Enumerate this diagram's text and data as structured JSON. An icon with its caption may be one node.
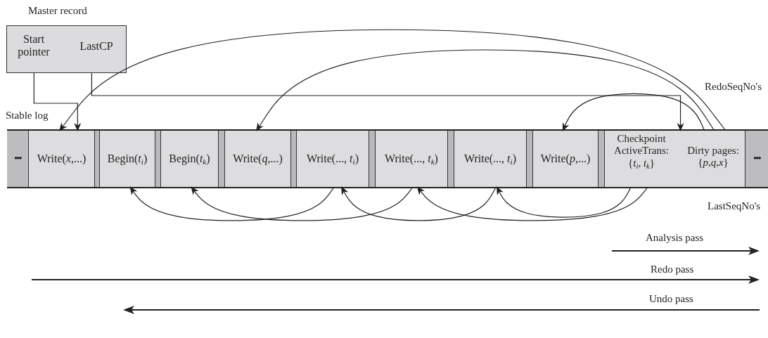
{
  "diagram": {
    "nodes": [
      {
        "text": [
          "Start pointer",
          "LastCP"
        ],
        "beside": [
          "Master record"
        ]
      },
      {
        "text": [
          "Stable log"
        ]
      },
      {
        "text": [
          "•••"
        ],
        "in": 1
      },
      {
        "text": [
          "Write(*x*,...)"
        ],
        "in": 1
      },
      {
        "text": [
          "Begin(*t*$_{i}$)"
        ],
        "in": 1
      },
      {
        "text": [
          "Begin(*t*$_{k}$)"
        ],
        "in": 1
      },
      {
        "text": [
          "Write(*q*,...)"
        ],
        "in": 1
      },
      {
        "text": [
          "Write(..., *t*$_{i}$)"
        ],
        "in": 1
      },
      {
        "text": [
          "Write(..., *t*$_{k}$)"
        ],
        "in": 1
      },
      {
        "text": [
          "Write(..., *t*$_{i}$)"
        ],
        "in": 1
      },
      {
        "text": [
          "Write(*p*,...)"
        ],
        "in": 1
      },
      {
        "text": [
          "Checkpoint ActiveTrans: {*t*$_{i}$, *t*$_{k}$}",
          "Dirty pages: {*p*,*q*,*x*}"
        ],
        "in": 1
      },
      {
        "text": [
          "•••"
        ],
        "in": 1
      }
    ],
    "edges": [
      {
        "from": 0,
        "to": 3,
        "arrow": "to"
      },
      {
        "from": 0,
        "to": 11,
        "arrow": "to"
      },
      {
        "from": 11,
        "to": 3,
        "arrow": "to"
      },
      {
        "from": 11,
        "to": 6,
        "arrow": "to"
      },
      {
        "from": 11,
        "to": 10,
        "arrow": "to"
      },
      {
        "from": 7,
        "to": 4,
        "arrow": "to"
      },
      {
        "from": 8,
        "to": 5,
        "arrow": "to"
      },
      {
        "from": 9,
        "to": 7,
        "arrow": "to"
      },
      {
        "from": 11,
        "to": 9,
        "arrow": "to"
      },
      {
        "from": 11,
        "to": 8,
        "arrow": "to"
      }
    ],
    "labels": [
      "RedoSeqNo's",
      "LastSeqNo's",
      "Analysis pass",
      "Redo pass",
      "Undo pass"
    ]
  }
}
